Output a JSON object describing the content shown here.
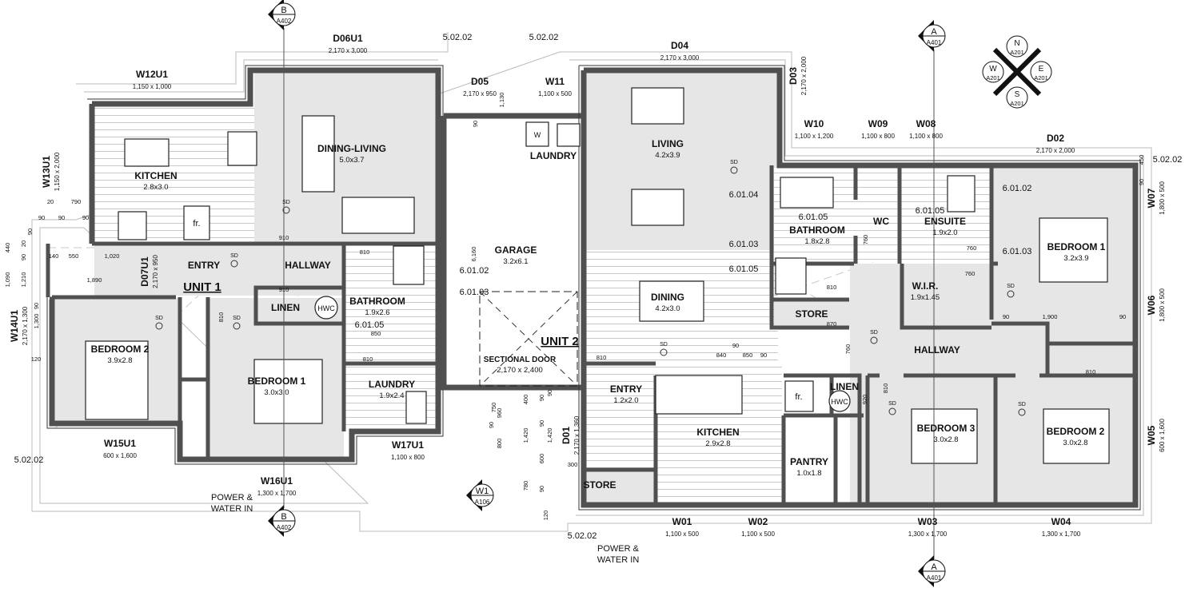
{
  "units": {
    "unit1": "UNIT 1",
    "unit2": "UNIT 2"
  },
  "rooms": {
    "u1_kitchen": {
      "name": "KITCHEN",
      "size": "2.8x3.0"
    },
    "u1_dining_living": {
      "name": "DINING-LIVING",
      "size": "5.0x3.7"
    },
    "u1_entry": {
      "name": "ENTRY"
    },
    "u1_hallway": {
      "name": "HALLWAY"
    },
    "u1_linen": {
      "name": "LINEN"
    },
    "u1_hwc": {
      "name": "HWC"
    },
    "u1_bathroom": {
      "name": "BATHROOM",
      "size": "1.9x2.6"
    },
    "u1_bedroom2": {
      "name": "BEDROOM 2",
      "size": "3.9x2.8"
    },
    "u1_bedroom1": {
      "name": "BEDROOM 1",
      "size": "3.0x3.0"
    },
    "u1_laundry": {
      "name": "LAUNDRY",
      "size": "1.9x2.4"
    },
    "garage": {
      "name": "GARAGE",
      "size": "3.2x6.1"
    },
    "garage_laundry": {
      "name": "LAUNDRY"
    },
    "sectional_door": {
      "name": "SECTIONAL DOOR",
      "size": "2,170 x 2,400"
    },
    "u2_living": {
      "name": "LIVING",
      "size": "4.2x3.9"
    },
    "u2_dining": {
      "name": "DINING",
      "size": "4.2x3.0"
    },
    "u2_bathroom": {
      "name": "BATHROOM",
      "size": "1.8x2.8"
    },
    "u2_wc": {
      "name": "WC"
    },
    "u2_ensuite": {
      "name": "ENSUITE",
      "size": "1.9x2.0"
    },
    "u2_bedroom1": {
      "name": "BEDROOM 1",
      "size": "3.2x3.9"
    },
    "u2_wir": {
      "name": "W.I.R.",
      "size": "1.9x1.45"
    },
    "u2_store": {
      "name": "STORE"
    },
    "u2_hallway": {
      "name": "HALLWAY"
    },
    "u2_entry": {
      "name": "ENTRY",
      "size": "1.2x2.0"
    },
    "u2_kitchen": {
      "name": "KITCHEN",
      "size": "2.9x2.8"
    },
    "u2_linen": {
      "name": "LINEN"
    },
    "u2_hwc": {
      "name": "HWC"
    },
    "u2_pantry": {
      "name": "PANTRY",
      "size": "1.0x1.8"
    },
    "u2_bedroom3": {
      "name": "BEDROOM 3",
      "size": "3.0x2.8"
    },
    "u2_bedroom2": {
      "name": "BEDROOM 2",
      "size": "3.0x2.8"
    },
    "u2_store2": {
      "name": "STORE"
    }
  },
  "openings": {
    "D06U1": {
      "tag": "D06U1",
      "size": "2,170 x 3,000"
    },
    "W12U1": {
      "tag": "W12U1",
      "size": "1,150 x 1,000"
    },
    "W13U1": {
      "tag": "W13U1",
      "size": "1,150 x 2,000"
    },
    "D07U1": {
      "tag": "D07U1",
      "size": "2,170 x 950"
    },
    "W14U1": {
      "tag": "W14U1",
      "size": "2,170 x 1,300"
    },
    "W15U1": {
      "tag": "W15U1",
      "size": "600 x 1,600"
    },
    "W16U1": {
      "tag": "W16U1",
      "size": "1,300 x 1,700"
    },
    "W17U1": {
      "tag": "W17U1",
      "size": "1,100 x 800"
    },
    "D05": {
      "tag": "D05",
      "size": "2,170 x 950"
    },
    "W11": {
      "tag": "W11",
      "size": "1,100 x 500"
    },
    "D04": {
      "tag": "D04",
      "size": "2,170 x 3,000"
    },
    "D03": {
      "tag": "D03",
      "size": "2,170 x 2,000"
    },
    "W10": {
      "tag": "W10",
      "size": "1,100 x 1,200"
    },
    "W09": {
      "tag": "W09",
      "size": "1,100 x 800"
    },
    "W08": {
      "tag": "W08",
      "size": "1,100 x 800"
    },
    "D02": {
      "tag": "D02",
      "size": "2,170 x 2,000"
    },
    "W07": {
      "tag": "W07",
      "size": "1,800 x 500"
    },
    "W06": {
      "tag": "W06",
      "size": "1,800 x 500"
    },
    "W05": {
      "tag": "W05",
      "size": "600 x 1,600"
    },
    "W04": {
      "tag": "W04",
      "size": "1,300 x 1,700"
    },
    "W03": {
      "tag": "W03",
      "size": "1,300 x 1,700"
    },
    "W02": {
      "tag": "W02",
      "size": "1,100 x 500"
    },
    "W01": {
      "tag": "W01",
      "size": "1,100 x 500"
    },
    "D01": {
      "tag": "D01",
      "size": "2,170 x 1,360"
    }
  },
  "callouts": [
    "5.02.02",
    "5.02.02",
    "5.02.02",
    "5.02.02",
    "5.02.02",
    "6.01.02",
    "6.01.03",
    "6.01.05",
    "6.01.04",
    "6.01.03",
    "6.01.05",
    "6.01.05",
    "6.01.02",
    "6.01.05",
    "6.01.03"
  ],
  "service_notes": [
    "POWER &",
    "WATER IN",
    "POWER &",
    "WATER IN"
  ],
  "section_markers": [
    {
      "id": "B",
      "sheet": "A402"
    },
    {
      "id": "B",
      "sheet": "A402"
    },
    {
      "id": "A",
      "sheet": "A401"
    },
    {
      "id": "A",
      "sheet": "A401"
    },
    {
      "id": "W1",
      "sheet": "A106"
    }
  ],
  "elevation_markers": [
    {
      "id": "N",
      "sheet": "A201"
    },
    {
      "id": "E",
      "sheet": "A201"
    },
    {
      "id": "S",
      "sheet": "A201"
    },
    {
      "id": "W",
      "sheet": "A201"
    }
  ],
  "symbols": {
    "smoke_detector": "SD",
    "fridge": "fr.",
    "washer": "W"
  },
  "dimensions": [
    "20",
    "790",
    "90",
    "90",
    "90",
    "440",
    "20",
    "90",
    "90",
    "1,090",
    "1,210",
    "140",
    "550",
    "1,020",
    "1,890",
    "90",
    "1,300",
    "120",
    "910",
    "810",
    "910",
    "850",
    "810",
    "810",
    "6,160",
    "1,130",
    "90",
    "750",
    "960",
    "90",
    "800",
    "400",
    "1,420",
    "90",
    "600",
    "90",
    "120",
    "780",
    "90",
    "1,420",
    "300",
    "90",
    "810",
    "840",
    "850",
    "90",
    "90",
    "90",
    "1,900",
    "90",
    "760",
    "760",
    "760",
    "870",
    "810",
    "810",
    "920",
    "810",
    "760",
    "450",
    "90"
  ]
}
